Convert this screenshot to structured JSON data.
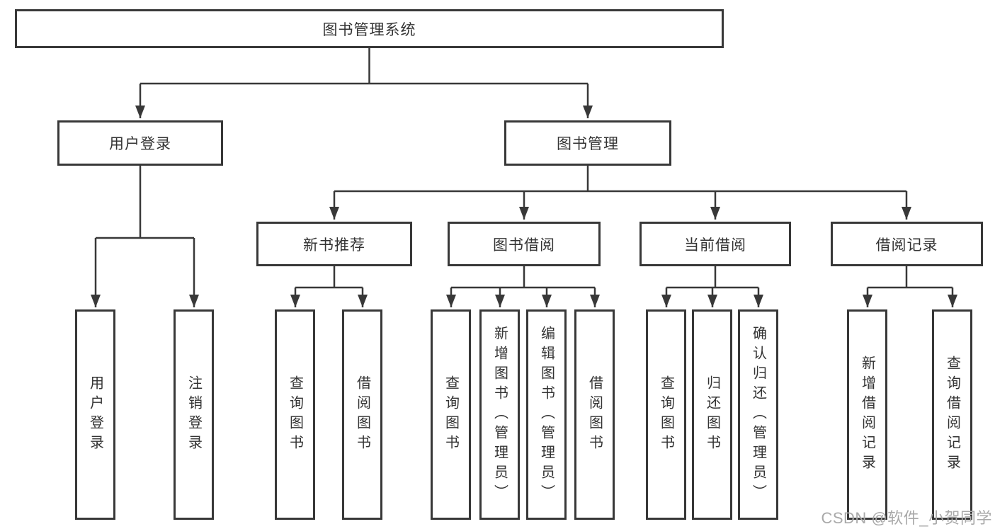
{
  "diagram": {
    "title_hint": "library-management-system-function-structure",
    "root": {
      "label": "图书管理系统"
    },
    "level2": [
      {
        "label": "用户登录"
      },
      {
        "label": "图书管理"
      }
    ],
    "level3": [
      {
        "label": "新书推荐"
      },
      {
        "label": "图书借阅"
      },
      {
        "label": "当前借阅"
      },
      {
        "label": "借阅记录"
      }
    ],
    "leaves": {
      "user_login": [
        "用户登录",
        "注销登录"
      ],
      "new_book_recommendation": [
        "查询图书",
        "借阅图书"
      ],
      "book_borrowing": [
        "查询图书",
        "新增图书（管理员）",
        "编辑图书（管理员）",
        "借阅图书"
      ],
      "current_borrowing": [
        "查询图书",
        "归还图书",
        "确认归还（管理员）"
      ],
      "borrowing_records": [
        "新增借阅记录",
        "查询借阅记录"
      ]
    }
  },
  "watermark": {
    "text": "CSDN @软件_小贺同学"
  },
  "colors": {
    "line": "#383838",
    "text": "#333333",
    "watermark": "#a9a9a9",
    "background": "#ffffff"
  }
}
